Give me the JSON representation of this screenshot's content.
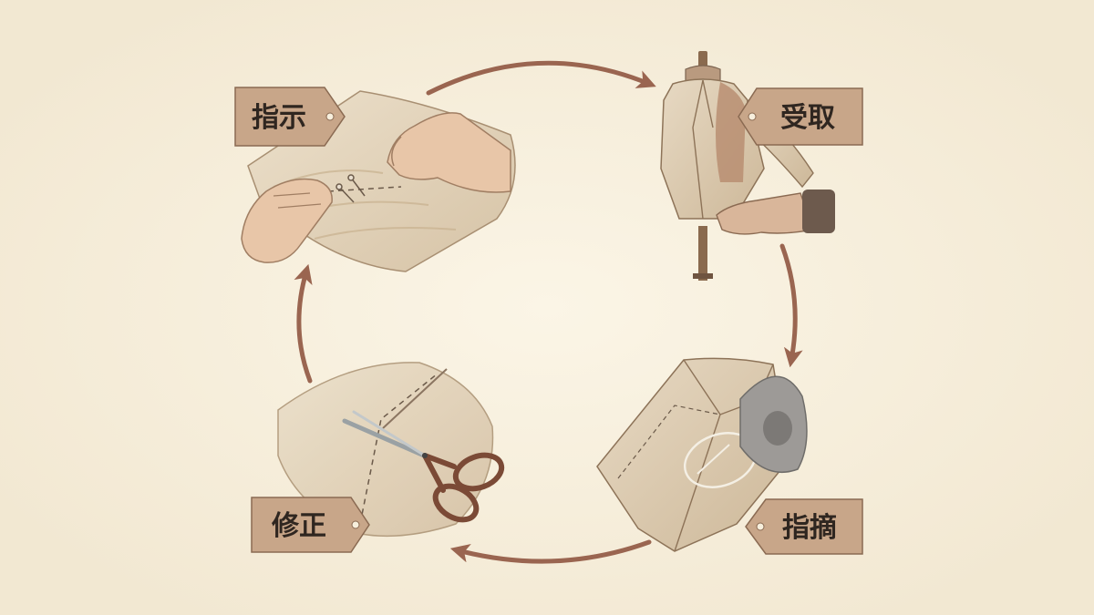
{
  "cycle": {
    "steps": [
      {
        "label": "指示",
        "icon": "fabric-pinning-icon"
      },
      {
        "label": "受取",
        "icon": "jacket-mannequin-icon"
      },
      {
        "label": "指摘",
        "icon": "chalk-marked-jacket-icon"
      },
      {
        "label": "修正",
        "icon": "scissors-fabric-icon"
      }
    ]
  },
  "colors": {
    "background": "#f7efdd",
    "tag_fill": "#c8a689",
    "tag_stroke": "#8a6a52",
    "arrow": "#9a6550",
    "text": "#2f2620"
  }
}
